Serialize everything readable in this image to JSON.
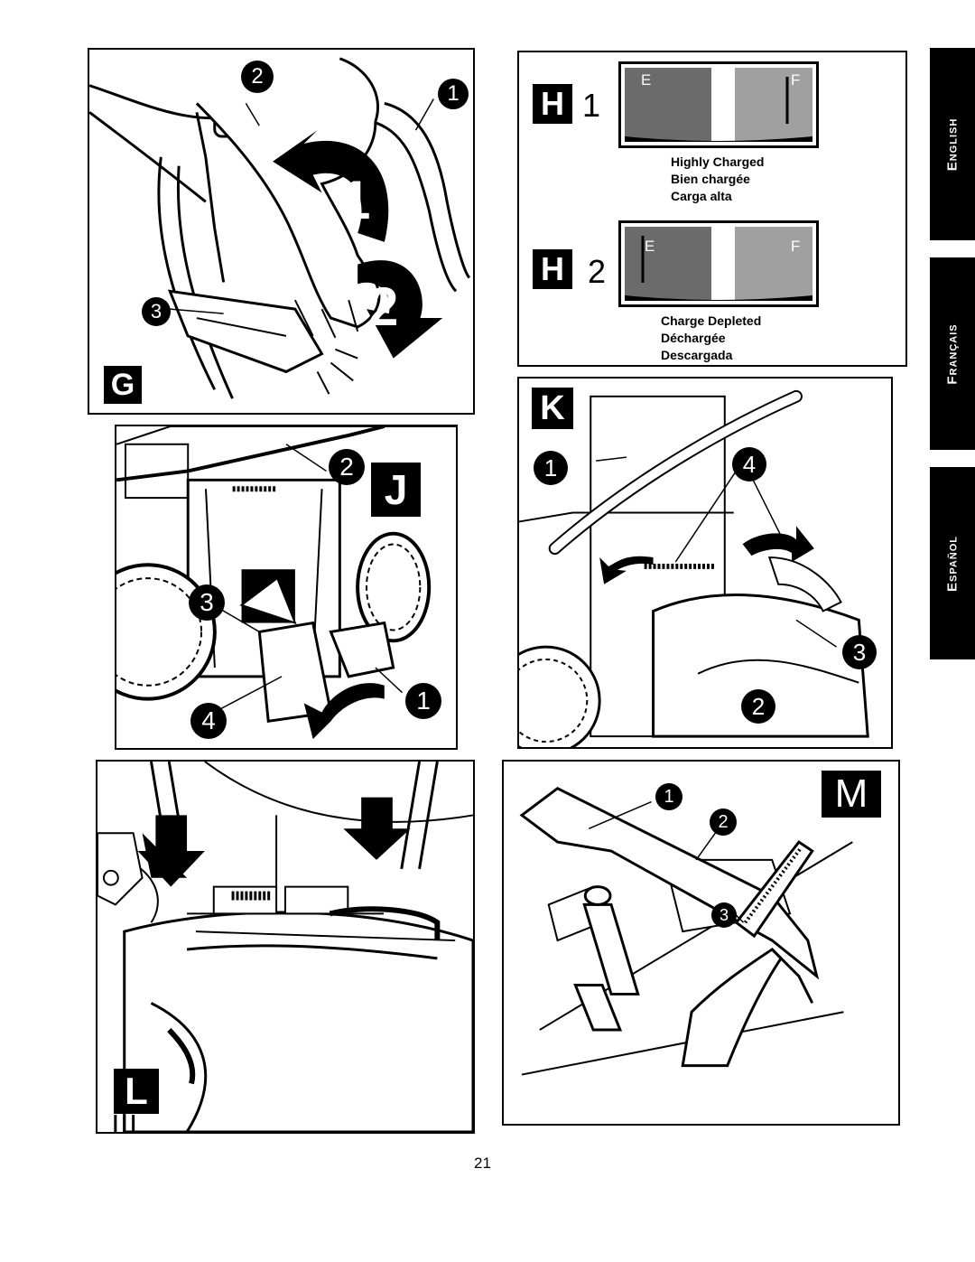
{
  "figures": {
    "g": {
      "letter": "G",
      "steps": [
        "1",
        "2"
      ],
      "callouts": [
        "2",
        "1",
        "3"
      ]
    },
    "h1": {
      "letter": "H",
      "number": "1",
      "gauge_empty": "E",
      "gauge_full": "F",
      "caption": [
        "Highly Charged",
        "Bien chargée",
        "Carga alta"
      ],
      "charge_level": 0.9
    },
    "h2": {
      "letter": "H",
      "number": "2",
      "gauge_empty": "E",
      "gauge_full": "F",
      "caption": [
        "Charge Depleted",
        "Déchargée",
        "Descargada"
      ],
      "charge_level": 0.1
    },
    "j": {
      "letter": "J",
      "callouts": [
        "2",
        "3",
        "4",
        "1"
      ]
    },
    "k": {
      "letter": "K",
      "callouts": [
        "1",
        "4",
        "3",
        "2"
      ]
    },
    "l": {
      "letter": "L"
    },
    "m": {
      "letter": "M",
      "callouts": [
        "1",
        "2",
        "3"
      ]
    }
  },
  "language_tabs": [
    "English",
    "Français",
    "Español"
  ],
  "page_number": "21",
  "colors": {
    "ink": "#000000",
    "gauge_dark": "#6b6b6b",
    "gauge_light": "#a0a0a0"
  }
}
